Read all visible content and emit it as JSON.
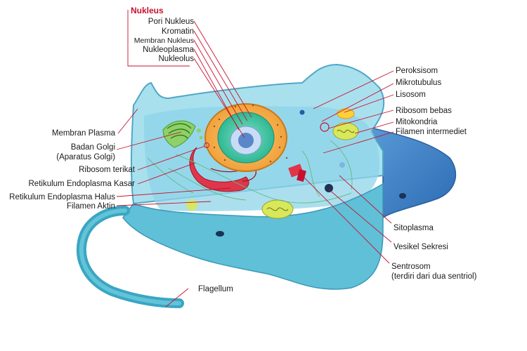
{
  "colors": {
    "leader": "#c8102e",
    "nucleus_title": "#c8102e",
    "label_text": "#1a1a1a"
  },
  "nucleus_group": {
    "title": "Nukleus",
    "items": [
      "Pori Nukleus",
      "Kromatin",
      "Membran Nukleus",
      "Nukleoplasma",
      "Nukleolus"
    ]
  },
  "labels": {
    "membran_plasma": "Membran Plasma",
    "badan_golgi_1": "Badan Golgi",
    "badan_golgi_2": "(Aparatus Golgi)",
    "ribosom_terikat": "Ribosom terikat",
    "re_kasar": "Retikulum Endoplasma Kasar",
    "re_halus": "Retikulum Endoplasma Halus",
    "filamen_aktin": "Filamen Aktin",
    "flagellum": "Flagellum",
    "peroksisom": "Peroksisom",
    "mikrotubulus": "Mikrotubulus",
    "lisosom": "Lisosom",
    "ribosom_bebas": "Ribosom bebas",
    "mitokondria": "Mitokondria",
    "filamen_intermediet": "Filamen intermediet",
    "sitoplasma": "Sitoplasma",
    "vesikel_sekresi": "Vesikel Sekresi",
    "sentrosom_1": "Sentrosom",
    "sentrosom_2": "(terdiri dari dua sentriol)"
  }
}
